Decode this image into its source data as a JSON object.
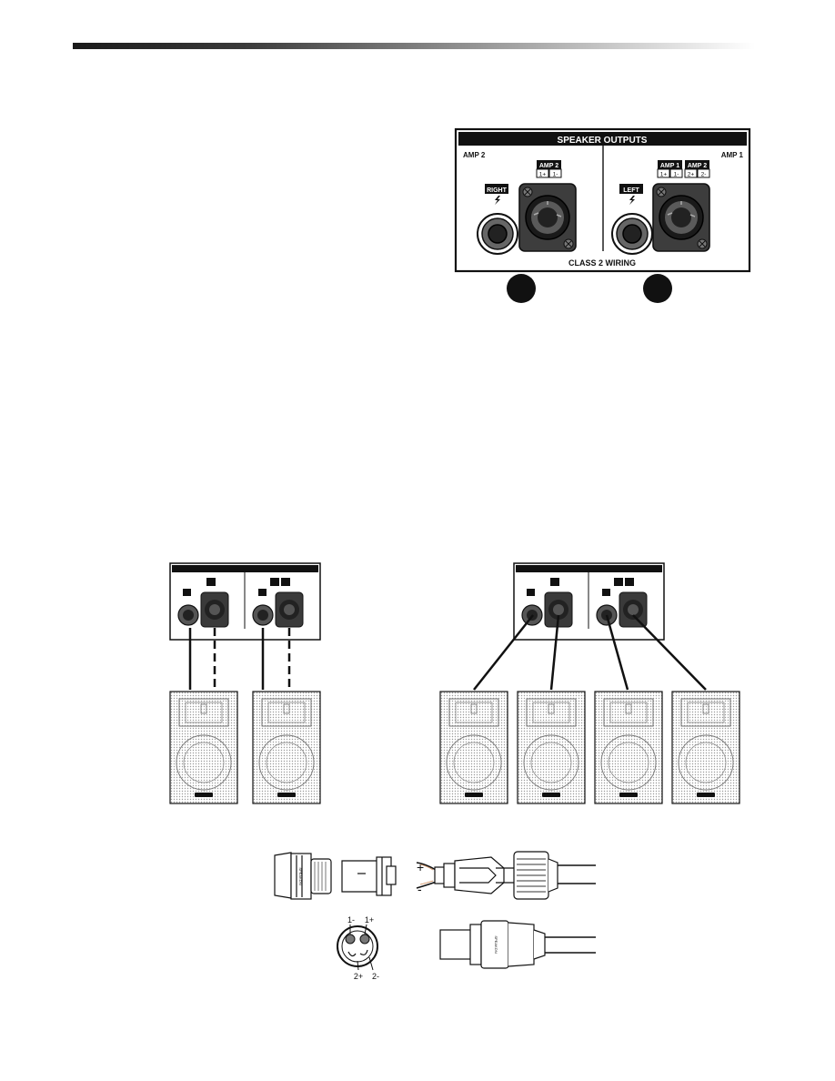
{
  "panel": {
    "title": "SPEAKER OUTPUTS",
    "amp2_label": "AMP 2",
    "amp1_label": "AMP 1",
    "right_jack_label": "RIGHT",
    "left_jack_label": "LEFT",
    "speakon_right_header": "AMP 2",
    "speakon_right_pins": [
      "1+",
      "1-"
    ],
    "speakon_left_header_a": "AMP 1",
    "speakon_left_pins_a": [
      "1+",
      "1-"
    ],
    "speakon_left_header_b": "AMP 2",
    "speakon_left_pins_b": [
      "2+",
      "2-"
    ],
    "footer": "CLASS 2 WIRING"
  },
  "connector": {
    "plus": "+",
    "minus": "-",
    "brand": "SPEAKON",
    "pins": [
      "1-",
      "1+",
      "2+",
      "2-"
    ]
  }
}
